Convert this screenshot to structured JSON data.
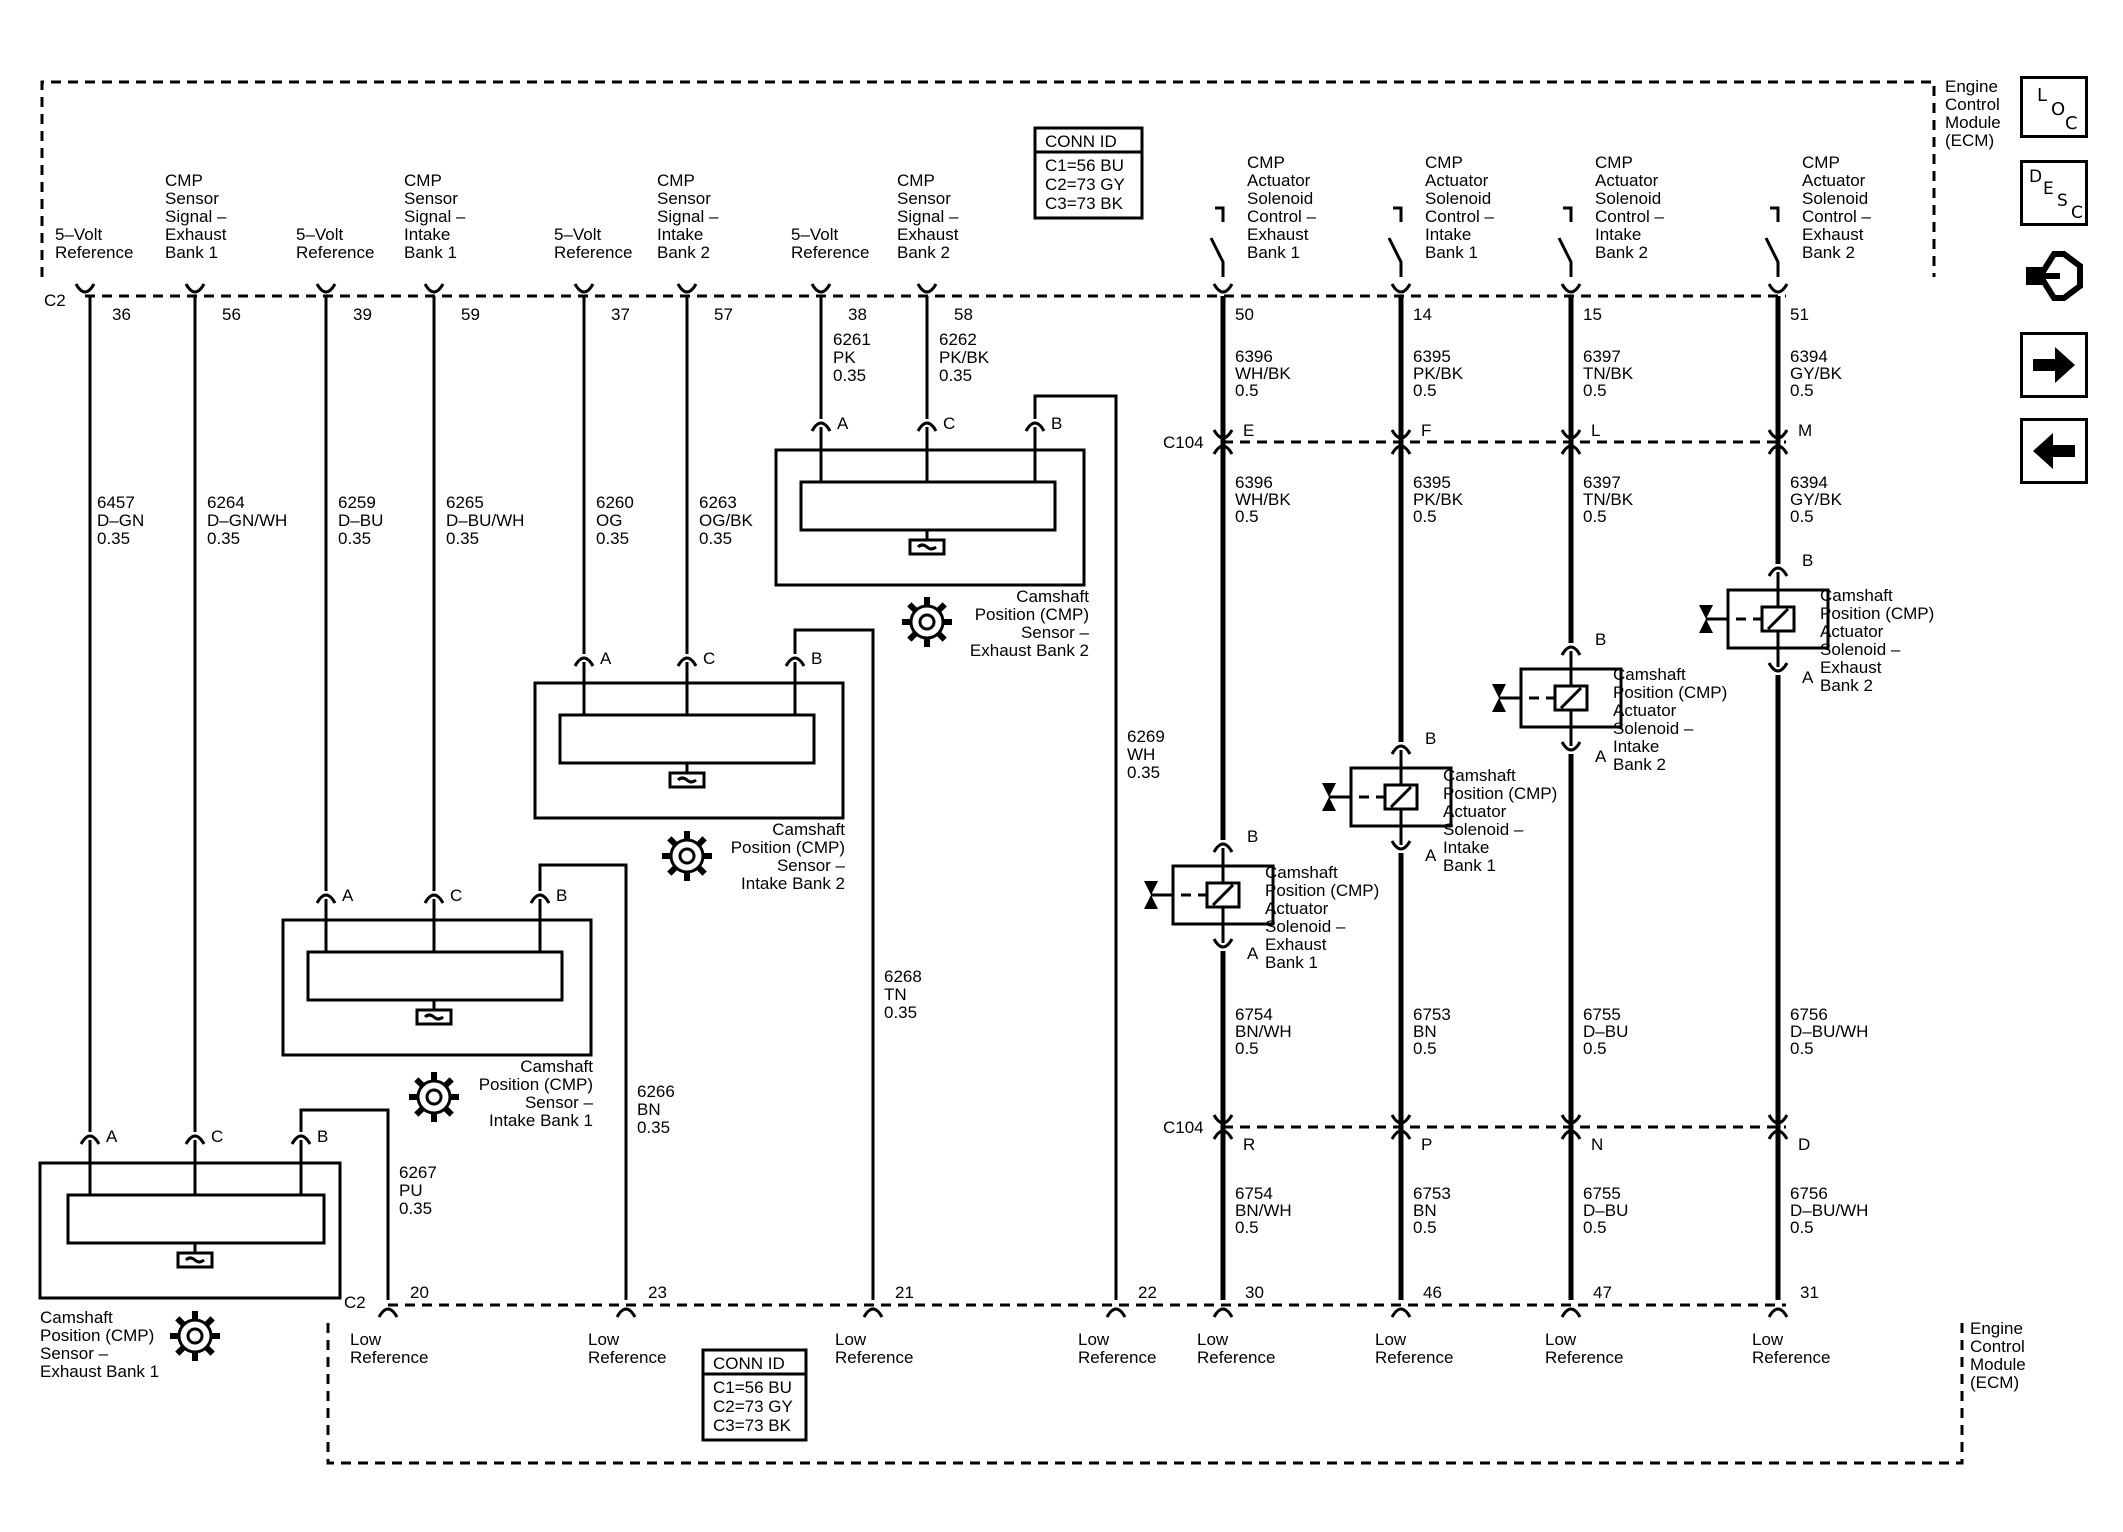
{
  "ecm": {
    "label_top": [
      "Engine",
      "Control",
      "Module",
      "(ECM)"
    ],
    "label_bottom": [
      "Engine",
      "Control",
      "Module",
      "(ECM)"
    ],
    "conn_id": {
      "title": "CONN ID",
      "rows": [
        "C1=56 BU",
        "C2=73 GY",
        "C3=73 BK"
      ]
    },
    "top_connector": "C2",
    "bottom_connector": "C2"
  },
  "top_functions": [
    {
      "label": [
        "5–Volt",
        "Reference"
      ],
      "pin": "36",
      "wire": [
        "6457",
        "D–GN",
        "0.35"
      ]
    },
    {
      "label": [
        "CMP",
        "Sensor",
        "Signal –",
        "Exhaust",
        "Bank 1"
      ],
      "pin": "56",
      "wire": [
        "6264",
        "D–GN/WH",
        "0.35"
      ]
    },
    {
      "label": [
        "5–Volt",
        "Reference"
      ],
      "pin": "39",
      "wire": [
        "6259",
        "D–BU",
        "0.35"
      ]
    },
    {
      "label": [
        "CMP",
        "Sensor",
        "Signal –",
        "Intake",
        "Bank 1"
      ],
      "pin": "59",
      "wire": [
        "6265",
        "D–BU/WH",
        "0.35"
      ]
    },
    {
      "label": [
        "5–Volt",
        "Reference"
      ],
      "pin": "37",
      "wire": [
        "6260",
        "OG",
        "0.35"
      ]
    },
    {
      "label": [
        "CMP",
        "Sensor",
        "Signal –",
        "Intake",
        "Bank 2"
      ],
      "pin": "57",
      "wire": [
        "6263",
        "OG/BK",
        "0.35"
      ]
    },
    {
      "label": [
        "5–Volt",
        "Reference"
      ],
      "pin": "38",
      "wire": [
        "6261",
        "PK",
        "0.35"
      ]
    },
    {
      "label": [
        "CMP",
        "Sensor",
        "Signal –",
        "Exhaust",
        "Bank 2"
      ],
      "pin": "58",
      "wire": [
        "6262",
        "PK/BK",
        "0.35"
      ]
    }
  ],
  "solenoid_functions": [
    {
      "label": [
        "CMP",
        "Actuator",
        "Solenoid",
        "Control –",
        "Exhaust",
        "Bank 1"
      ],
      "pin": "50",
      "wire": [
        "6396",
        "WH/BK",
        "0.5"
      ],
      "c104_top": "E",
      "c104_bottom": "R",
      "low_wire": [
        "6754",
        "BN/WH",
        "0.5"
      ],
      "low_pin": "30"
    },
    {
      "label": [
        "CMP",
        "Actuator",
        "Solenoid",
        "Control –",
        "Intake",
        "Bank 1"
      ],
      "pin": "14",
      "wire": [
        "6395",
        "PK/BK",
        "0.5"
      ],
      "c104_top": "F",
      "c104_bottom": "P",
      "low_wire": [
        "6753",
        "BN",
        "0.5"
      ],
      "low_pin": "46"
    },
    {
      "label": [
        "CMP",
        "Actuator",
        "Solenoid",
        "Control –",
        "Intake",
        "Bank 2"
      ],
      "pin": "15",
      "wire": [
        "6397",
        "TN/BK",
        "0.5"
      ],
      "c104_top": "L",
      "c104_bottom": "N",
      "low_wire": [
        "6755",
        "D–BU",
        "0.5"
      ],
      "low_pin": "47"
    },
    {
      "label": [
        "CMP",
        "Actuator",
        "Solenoid",
        "Control –",
        "Exhaust",
        "Bank 2"
      ],
      "pin": "51",
      "wire": [
        "6394",
        "GY/BK",
        "0.5"
      ],
      "c104_top": "M",
      "c104_bottom": "D",
      "low_wire": [
        "6756",
        "D–BU/WH",
        "0.5"
      ],
      "low_pin": "31"
    }
  ],
  "c104": "C104",
  "sensors": [
    {
      "name": [
        "Camshaft",
        "Position (CMP)",
        "Sensor –",
        "Exhaust Bank 1"
      ],
      "pins": [
        "A",
        "C",
        "B"
      ]
    },
    {
      "name": [
        "Camshaft",
        "Position (CMP)",
        "Sensor –",
        "Intake Bank 1"
      ],
      "pins": [
        "A",
        "C",
        "B"
      ]
    },
    {
      "name": [
        "Camshaft",
        "Position (CMP)",
        "Sensor –",
        "Intake Bank 2"
      ],
      "pins": [
        "A",
        "C",
        "B"
      ]
    },
    {
      "name": [
        "Camshaft",
        "Position (CMP)",
        "Sensor –",
        "Exhaust Bank 2"
      ],
      "pins": [
        "A",
        "C",
        "B"
      ]
    }
  ],
  "solenoids": [
    {
      "name": [
        "Camshaft",
        "Position (CMP)",
        "Actuator",
        "Solenoid –",
        "Exhaust",
        "Bank 1"
      ],
      "pins": [
        "B",
        "A"
      ]
    },
    {
      "name": [
        "Camshaft",
        "Position (CMP)",
        "Actuator",
        "Solenoid –",
        "Intake",
        "Bank 1"
      ],
      "pins": [
        "B",
        "A"
      ]
    },
    {
      "name": [
        "Camshaft",
        "Position (CMP)",
        "Actuator",
        "Solenoid –",
        "Intake",
        "Bank 2"
      ],
      "pins": [
        "B",
        "A"
      ]
    },
    {
      "name": [
        "Camshaft",
        "Position (CMP)",
        "Actuator",
        "Solenoid –",
        "Exhaust",
        "Bank 2"
      ],
      "pins": [
        "B",
        "A"
      ]
    }
  ],
  "low_refs": [
    {
      "label": [
        "Low",
        "Reference"
      ],
      "pin": "20",
      "wire": [
        "6267",
        "PU",
        "0.35"
      ]
    },
    {
      "label": [
        "Low",
        "Reference"
      ],
      "pin": "23",
      "wire": [
        "6266",
        "BN",
        "0.35"
      ]
    },
    {
      "label": [
        "Low",
        "Reference"
      ],
      "pin": "21",
      "wire": [
        "6268",
        "TN",
        "0.35"
      ]
    },
    {
      "label": [
        "Low",
        "Reference"
      ],
      "pin": "22",
      "wire": [
        "6269",
        "WH",
        "0.35"
      ]
    },
    {
      "label": [
        "Low",
        "Reference"
      ]
    },
    {
      "label": [
        "Low",
        "Reference"
      ]
    },
    {
      "label": [
        "Low",
        "Reference"
      ]
    },
    {
      "label": [
        "Low",
        "Reference"
      ]
    }
  ],
  "nav": {
    "loc": "LOC",
    "desc": "DESC",
    "icons": [
      "connector-icon",
      "arrow-right-icon",
      "arrow-left-icon"
    ]
  }
}
